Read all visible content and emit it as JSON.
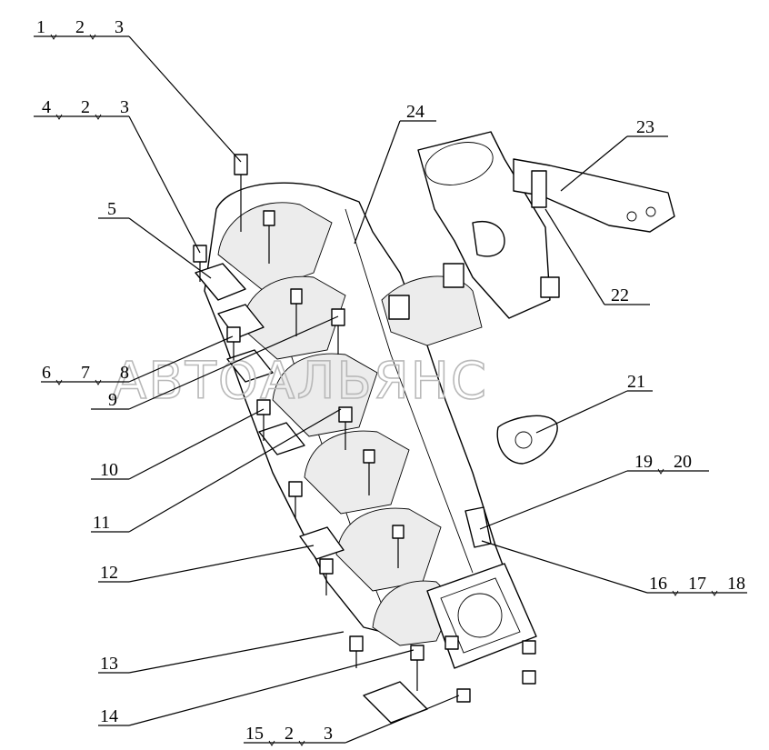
{
  "watermark": "АВТОАЛЬЯНС",
  "callouts": [
    {
      "id": "c1",
      "parts": [
        "1",
        "2",
        "3"
      ]
    },
    {
      "id": "c2",
      "parts": [
        "4",
        "2",
        "3"
      ]
    },
    {
      "id": "c3",
      "parts": [
        "5"
      ]
    },
    {
      "id": "c4",
      "parts": [
        "6",
        "7",
        "8"
      ]
    },
    {
      "id": "c5",
      "parts": [
        "9"
      ]
    },
    {
      "id": "c6",
      "parts": [
        "10"
      ]
    },
    {
      "id": "c7",
      "parts": [
        "11"
      ]
    },
    {
      "id": "c8",
      "parts": [
        "12"
      ]
    },
    {
      "id": "c9",
      "parts": [
        "13"
      ]
    },
    {
      "id": "c10",
      "parts": [
        "14"
      ]
    },
    {
      "id": "c11",
      "parts": [
        "15",
        "2",
        "3"
      ]
    },
    {
      "id": "c12",
      "parts": [
        "16",
        "17",
        "18"
      ]
    },
    {
      "id": "c13",
      "parts": [
        "19",
        "20"
      ]
    },
    {
      "id": "c14",
      "parts": [
        "21"
      ]
    },
    {
      "id": "c15",
      "parts": [
        "22"
      ]
    },
    {
      "id": "c16",
      "parts": [
        "23"
      ]
    },
    {
      "id": "c17",
      "parts": [
        "24"
      ]
    }
  ]
}
